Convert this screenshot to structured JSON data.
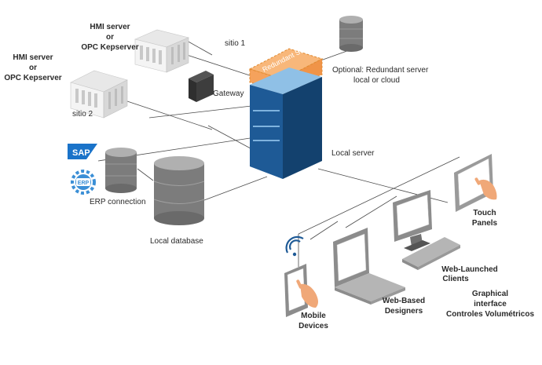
{
  "labels": {
    "hmi_top_l1": "HMI server",
    "hmi_top_l2": "or",
    "hmi_top_l3": "OPC Kepserver",
    "hmi_left_l1": "HMI server",
    "hmi_left_l2": "or",
    "hmi_left_l3": "OPC Kepserver",
    "sitio1": "sitio 1",
    "sitio2": "sitio 2",
    "gateway": "Gateway",
    "redundant_box": "Redundant Server",
    "optional_l1": "Optional: Redundant server",
    "optional_l2": "local or cloud",
    "local_server": "Local server",
    "erp_connection": "ERP connection",
    "local_database": "Local database",
    "touch_l1": "Touch",
    "touch_l2": "Panels",
    "web_launched_l1": "Web-Launched",
    "web_launched_l2": "Clients",
    "graphical_l1": "Graphical",
    "graphical_l2": "interface",
    "graphical_l3": "Controles Volumétricos",
    "mobile_l1": "Mobile",
    "mobile_l2": "Devices",
    "web_based_l1": "Web-Based",
    "web_based_l2": "Designers"
  },
  "logos": {
    "sap": "SAP",
    "erp": "ERP"
  },
  "colors": {
    "server_blue": "#1e5a96",
    "server_light": "#8fc0e6",
    "redundant_orange": "#f5a25c",
    "gray_device": "#8a8a8a",
    "touch_hand": "#f0a878"
  }
}
